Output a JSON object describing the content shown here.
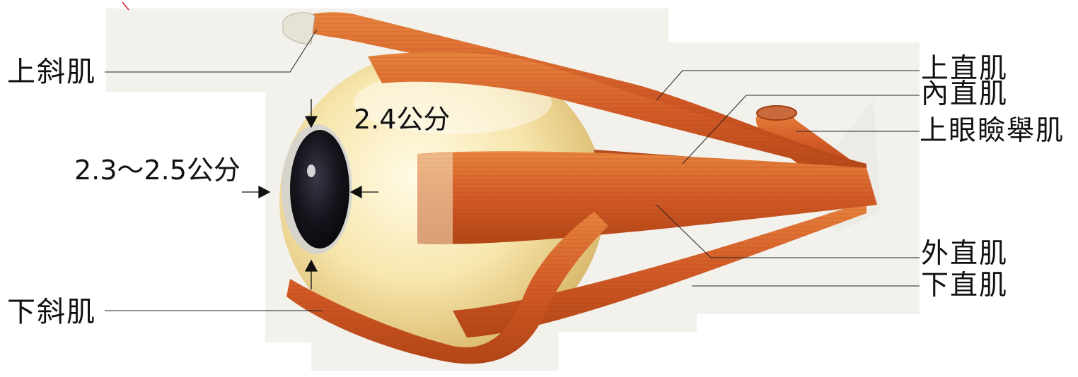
{
  "labels": {
    "superior_oblique": "上斜肌",
    "superior_rectus": "上直肌",
    "medial_rectus": "內直肌",
    "levator_palpebrae": "上眼瞼舉肌",
    "lateral_rectus": "外直肌",
    "inferior_rectus": "下直肌",
    "inferior_oblique": "下斜肌"
  },
  "dimensions": {
    "vertical": "2.4公分",
    "horizontal": "2.3～2.5公分"
  },
  "colors": {
    "muscle": "#d8622a",
    "muscle_dark": "#a8401a",
    "sclera": "#f6e4a8",
    "iris": "#1c1a24",
    "leader": "#222222"
  }
}
